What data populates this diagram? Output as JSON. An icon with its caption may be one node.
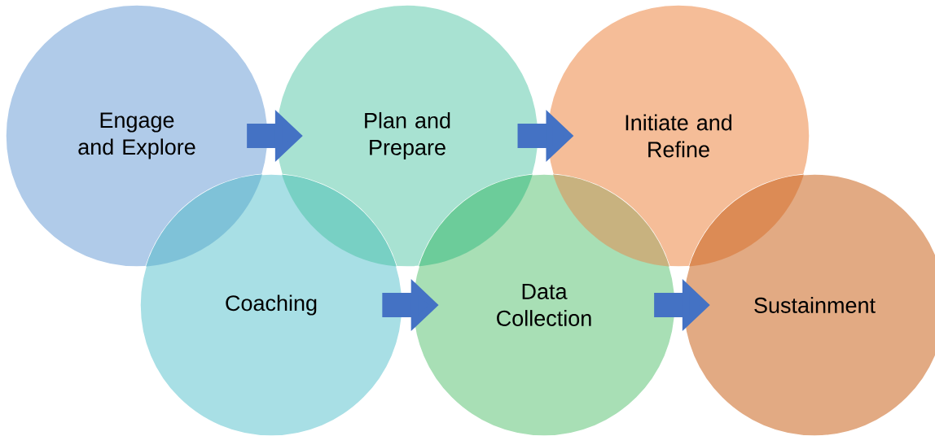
{
  "diagram": {
    "nodes": [
      {
        "text": [
          "Engage and Explore"
        ]
      },
      {
        "text": [
          "Plan and Prepare"
        ]
      },
      {
        "text": [
          "Initiate and Refine"
        ]
      },
      {
        "text": [
          "Coaching"
        ]
      },
      {
        "text": [
          "Data Collection"
        ]
      },
      {
        "text": [
          "Sustainment"
        ]
      }
    ],
    "edges": [
      {
        "from": 0,
        "to": 1,
        "arrow": "to"
      },
      {
        "from": 1,
        "to": 2,
        "arrow": "to"
      },
      {
        "from": 3,
        "to": 4,
        "arrow": "to"
      },
      {
        "from": 4,
        "to": 5,
        "arrow": "to"
      }
    ]
  }
}
